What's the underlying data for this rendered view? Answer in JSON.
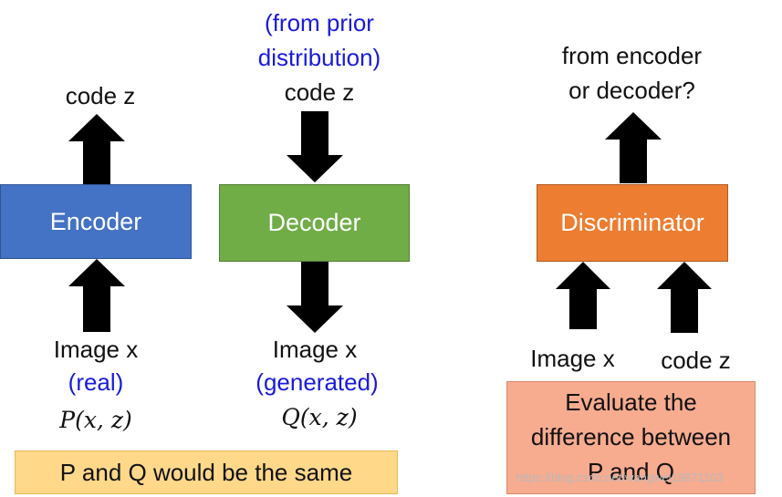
{
  "encoder": {
    "label": "Encoder",
    "top_text": "code z",
    "bottom_line1": "Image x",
    "bottom_line2": "(real)",
    "formula": "P(x, z)",
    "color": "#4472c4"
  },
  "decoder": {
    "label": "Decoder",
    "top_line1": "(from prior",
    "top_line2": "distribution)",
    "top_line3": "code z",
    "bottom_line1": "Image x",
    "bottom_line2": "(generated)",
    "formula": "Q(x, z)",
    "color": "#70ad47"
  },
  "discriminator": {
    "label": "Discriminator",
    "top_line1": "from encoder",
    "top_line2": "or decoder?",
    "input1": "Image x",
    "input2": "code z",
    "color": "#ed7d31"
  },
  "note_same": {
    "text": "P and Q would be the same",
    "bg": "#ffd88a"
  },
  "note_eval": {
    "line1": "Evaluate the",
    "line2": "difference between",
    "line3": "P and Q",
    "bg": "#f7ab8f"
  },
  "watermark": "https://blog.csdn.net/wangwei19871103",
  "colors": {
    "blue_text": "#1a1adc",
    "arrow": "#000000"
  }
}
